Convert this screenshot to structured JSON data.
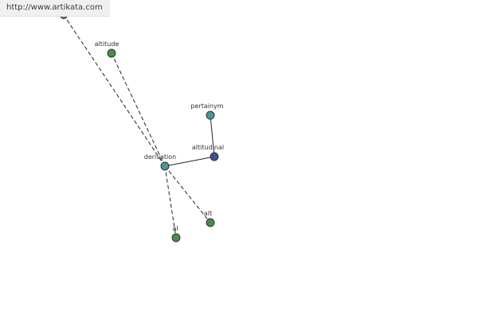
{
  "banner": {
    "url": "http://www.artikata.com"
  },
  "graph": {
    "nodes": [
      {
        "id": "top-offscreen",
        "label": "",
        "color": "#4e8a4e"
      },
      {
        "id": "altitude",
        "label": "altitude",
        "color": "#4e8a4e"
      },
      {
        "id": "pertainym",
        "label": "pertainym",
        "color": "#4d9494"
      },
      {
        "id": "altitudinal",
        "label": "altitudinal",
        "color": "#3f4f9c"
      },
      {
        "id": "derivation",
        "label": "derivation",
        "color": "#4d9494"
      },
      {
        "id": "alt",
        "label": "alt",
        "color": "#4e8a4e"
      },
      {
        "id": "al",
        "label": "al",
        "color": "#4e8a4e"
      }
    ],
    "edges": [
      {
        "from": "derivation",
        "to": "altitudinal",
        "style": "solid"
      },
      {
        "from": "pertainym",
        "to": "altitudinal",
        "style": "solid"
      },
      {
        "from": "derivation",
        "to": "top-offscreen",
        "style": "dashed"
      },
      {
        "from": "derivation",
        "to": "altitude",
        "style": "dashed"
      },
      {
        "from": "derivation",
        "to": "alt",
        "style": "dashed"
      },
      {
        "from": "derivation",
        "to": "al",
        "style": "dashed"
      }
    ]
  }
}
